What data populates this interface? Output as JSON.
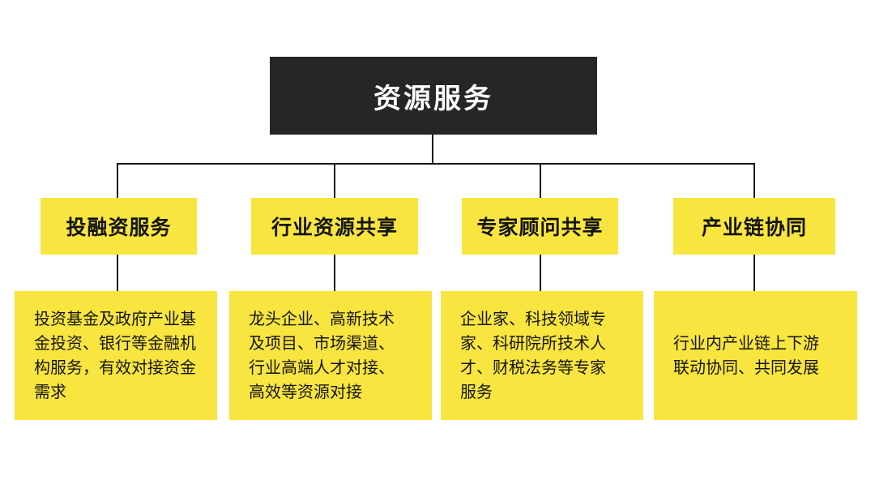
{
  "root": {
    "title": "资源服务"
  },
  "branches": [
    {
      "title": "投融资服务",
      "description": "投资基金及政府产业基\n金投资、银行等金融机\n构服务，有效对接资金\n需求"
    },
    {
      "title": "行业资源共享",
      "description": "龙头企业、高新技术\n及项目、市场渠道、\n行业高端人才对接、\n高效等资源对接"
    },
    {
      "title": "专家顾问共享",
      "description": "企业家、科技领域专\n家、科研院所技术人\n才、财税法务等专家\n服务"
    },
    {
      "title": "产业链协同",
      "description": "行业内产业链上下游\n联动协同、共同发展"
    }
  ],
  "colors": {
    "root_background": "#262626",
    "root_text": "#FFFFFF",
    "node_background": "#F8E53F",
    "node_text": "#141414",
    "connector": "#1A1A1A",
    "page_background": "#FFFFFF"
  }
}
